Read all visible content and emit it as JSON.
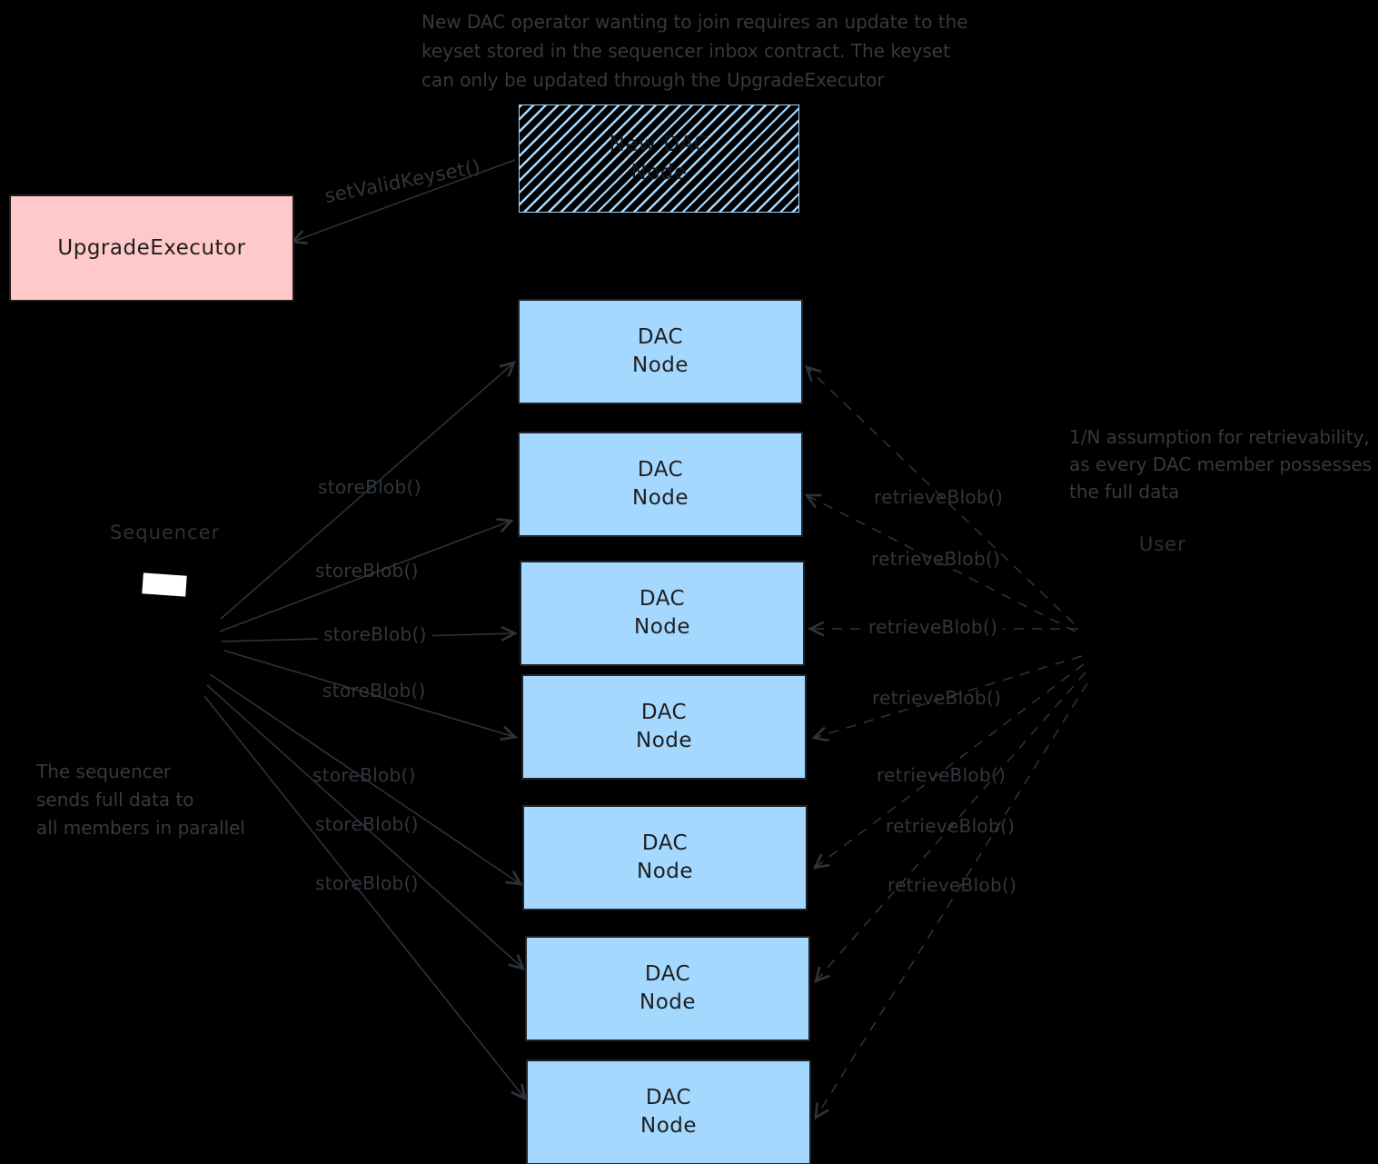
{
  "annotations": {
    "top_note": {
      "lines": [
        "New DAC operator wanting to join requires an update to the",
        "keyset stored in the sequencer inbox contract. The keyset",
        "can only be updated through the UpgradeExecutor"
      ]
    },
    "left_note": {
      "lines": [
        "The sequencer",
        "sends full data to",
        "all members in parallel"
      ]
    },
    "right_note": {
      "lines": [
        "1/N assumption for retrievability,",
        "as every DAC member possesses",
        "the full data"
      ]
    }
  },
  "actors": {
    "sequencer_label": "Sequencer",
    "user_label": "User"
  },
  "boxes": {
    "upgrade_executor": {
      "label": "UpgradeExecutor",
      "fill": "#ffc9c9"
    },
    "new_dac_node": {
      "line1": "New DAC",
      "line2": "Node",
      "hatch_color": "#a5d8ff"
    },
    "dac_node": {
      "line1": "DAC",
      "line2": "Node",
      "fill": "#a5d8ff",
      "count": 7
    }
  },
  "edges": {
    "set_valid_keyset_label": "setValidKeyset()",
    "store_blob_labels": [
      "storeBlob()",
      "storeBlob()",
      "storeBlob()",
      "storeBlob()",
      "storeBlob()",
      "storeBlob()",
      "storeBlob()"
    ],
    "retrieve_blob_labels": [
      "retrieveBlob()",
      "retrieveBlob()",
      "retrieveBlob()",
      "retrieveBlob()",
      "retrieveBlob()",
      "retrieveBlob()",
      "retrieveBlob()"
    ]
  },
  "colors": {
    "background": "#000000",
    "dac_node_fill": "#a5d8ff",
    "upgrade_executor_fill": "#ffc9c9",
    "hatch_color": "#a5d8ff",
    "arrow_color": "#2e3338",
    "annotation_color": "#343a40",
    "box_text_color": "#1e1e1e",
    "sequencer_screen_color": "#ffffff"
  }
}
